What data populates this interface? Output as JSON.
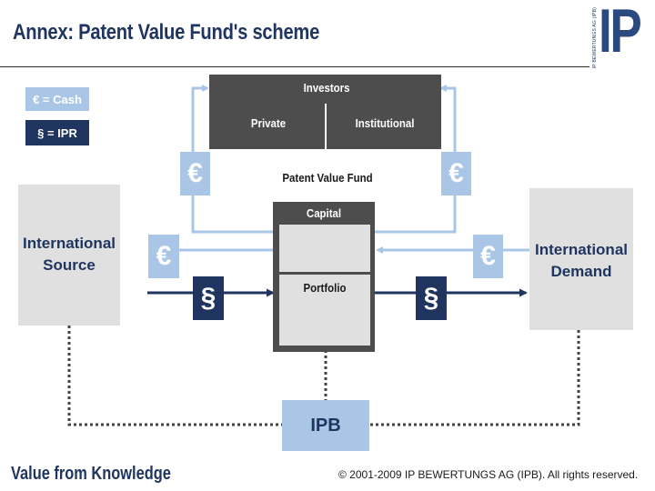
{
  "title": "Annex: Patent Value Fund's scheme",
  "logo": {
    "text": "IP",
    "vertical_text": "IP BEWERTUNGS AG (IPB)"
  },
  "legend": {
    "cash": "€ = Cash",
    "ipr": "§ = IPR"
  },
  "investors": {
    "title": "Investors",
    "private": "Private",
    "institutional": "Institutional"
  },
  "fund": {
    "title": "Patent Value Fund",
    "capital": "Capital",
    "portfolio": "Portfolio"
  },
  "symbols": {
    "euro": "€",
    "section": "§"
  },
  "source": "International Source",
  "demand": "International Demand",
  "ipb": "IPB",
  "footer": {
    "slogan": "Value from Knowledge",
    "copyright": "© 2001-2009 IP BEWERTUNGS AG (IPB).  All rights reserved."
  },
  "colors": {
    "navy": "#1f3560",
    "light_blue": "#a9c6e6",
    "dark_gray": "#4d4d4d",
    "light_gray": "#e0e0e0"
  }
}
